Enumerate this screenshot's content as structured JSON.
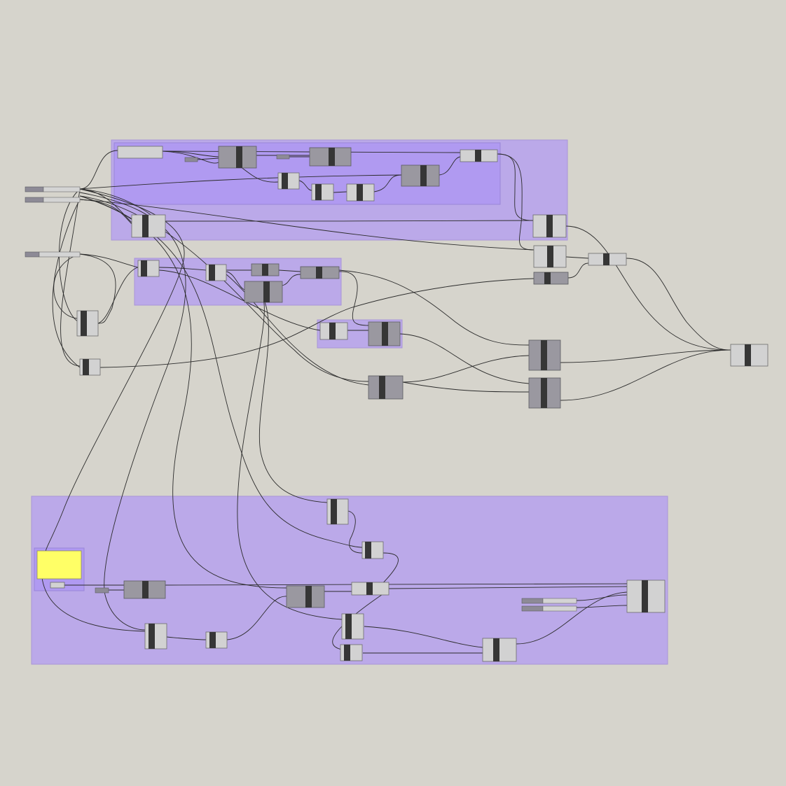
{
  "canvas": {
    "background": "#d6d4cc",
    "group_color": "#b09af1",
    "group_light_color": "#bba9e9",
    "panel_color": "#ffff66",
    "component_color": "#d2d2d2",
    "component_dark_color": "#9a98a0"
  },
  "groups": [
    {
      "name": "group-top"
    },
    {
      "name": "group-top-inner"
    },
    {
      "name": "group-middle"
    },
    {
      "name": "group-small"
    },
    {
      "name": "group-bottom"
    },
    {
      "name": "group-panel"
    }
  ],
  "panel": {
    "name": "yellow-note-panel",
    "text": ""
  }
}
